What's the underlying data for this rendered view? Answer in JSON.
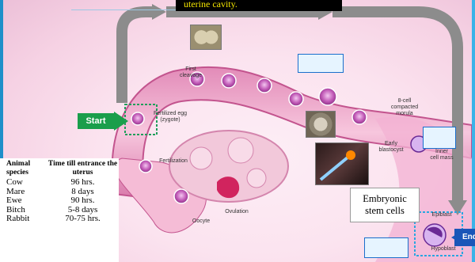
{
  "caption": "uterine cavity.",
  "flow": {
    "start_label": "Start",
    "end_label": "End"
  },
  "anatomy_labels": {
    "first_cleavage": [
      "First",
      "cleavage"
    ],
    "fertilized_egg": [
      "Fertilized egg",
      "(zygote)"
    ],
    "fertilization": "Fertilization",
    "oocyte": "Oocyte",
    "ovulation": "Ovulation",
    "compacted_morula": [
      "8-cell",
      "compacted",
      "morula"
    ],
    "early_blastocyst": [
      "Early",
      "blastocyst"
    ],
    "inner_cell_mass": [
      "Inner",
      "cell mass"
    ],
    "epiblast": "Epiblast",
    "hypoblast": "Hypoblast"
  },
  "callout": [
    "Embryonic",
    "stem cells"
  ],
  "transit_table": {
    "headers": [
      "Animal species",
      "Time till entrance the uterus"
    ],
    "rows": [
      [
        "Cow",
        "96 hrs."
      ],
      [
        "Mare",
        "8 days"
      ],
      [
        "Ewe",
        "90 hrs."
      ],
      [
        "Bitch",
        "5-8 days"
      ],
      [
        "Rabbit",
        "70-75 hrs."
      ]
    ]
  },
  "colors": {
    "flow_arrow": "#8c8c8c",
    "start_fill": "#1a9e4b",
    "end_fill": "#1a56b8",
    "highlight_dashed": "#2aa6e0",
    "caption_text": "#f2e400"
  }
}
